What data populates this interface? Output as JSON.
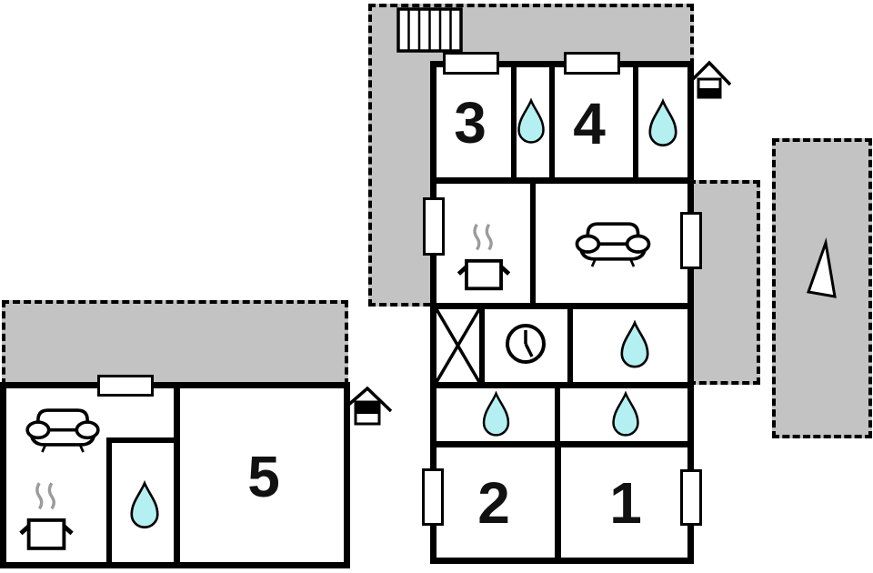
{
  "title": "holiday-home-floor-plan",
  "rooms": {
    "bedroom_1": {
      "label": "1"
    },
    "bedroom_2": {
      "label": "2"
    },
    "bedroom_3": {
      "label": "3"
    },
    "bedroom_4": {
      "label": "4"
    },
    "room_5": {
      "label": "5"
    }
  },
  "icons": {
    "water_drop": "water-drop-icon",
    "sofa": "sofa-icon",
    "stove": "stove-pot-icon",
    "clock": "clock-icon",
    "stairs": "stairs-icon",
    "chimney": "chimney-icon",
    "flag_marker": "flag-marker-icon",
    "crossed_box": "crossed-box-icon"
  },
  "colors": {
    "terrace": "#c3c3c3",
    "wall": "#000000",
    "water": "#b4f0f2",
    "steam": "#9b9b9b",
    "background": "#ffffff"
  }
}
